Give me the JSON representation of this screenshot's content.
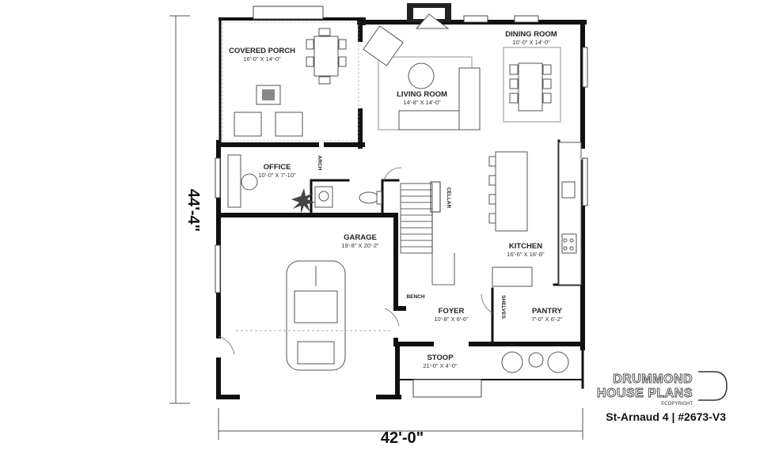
{
  "dimensions": {
    "width": "42'-0\"",
    "depth": "44'-4\""
  },
  "rooms": {
    "covered_porch": {
      "name": "COVERED PORCH",
      "size": "16'-0\" X 14'-0\""
    },
    "dining_room": {
      "name": "DINING ROOM",
      "size": "10'-0\" X 14'-0\""
    },
    "living_room": {
      "name": "LIVING ROOM",
      "size": "14'-8\" X 14'-0\""
    },
    "office": {
      "name": "OFFICE",
      "size": "10'-0\" X 7'-10\""
    },
    "garage": {
      "name": "GARAGE",
      "size": "19'-8\" X 20'-2\""
    },
    "kitchen": {
      "name": "KITCHEN",
      "size": "16'-6\" X 16'-8\""
    },
    "foyer": {
      "name": "FOYER",
      "size": "10'-8\" X 6'-6\""
    },
    "pantry": {
      "name": "PANTRY",
      "size": "7'-0\" X 6'-2\""
    },
    "stoop": {
      "name": "STOOP",
      "size": "21'-0\" X 4'-0\""
    }
  },
  "labels": {
    "arch": "ARCH",
    "cellar": "CELLAR",
    "bench": "BENCH",
    "shelves": "SHELVES"
  },
  "brand": {
    "line1": "DRUMMOND",
    "line2": "HOUSE PLANS",
    "copyright": "©COPYRIGHT",
    "plan_title": "St-Arnaud 4 | #2673-V3"
  }
}
